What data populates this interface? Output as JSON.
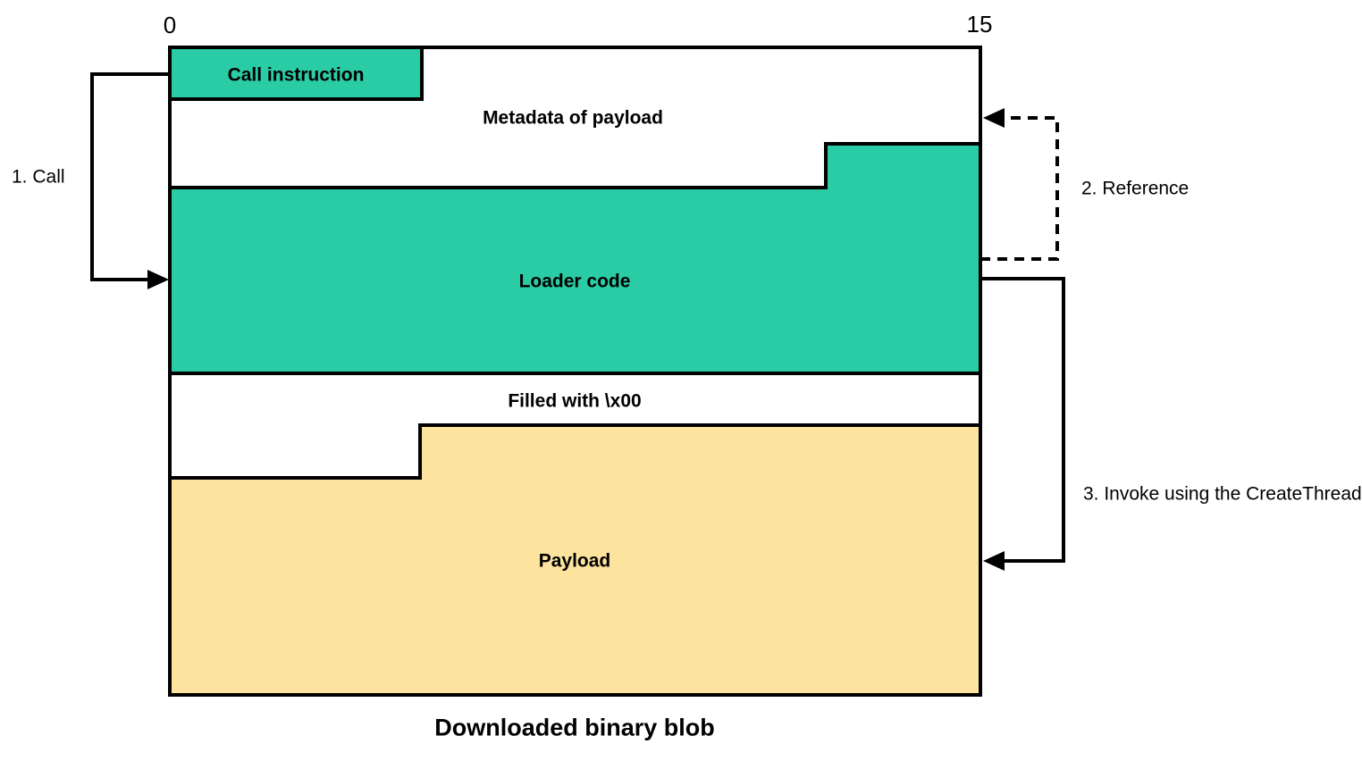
{
  "diagram": {
    "axis": {
      "left_tick": "0",
      "right_tick": "15"
    },
    "blocks": {
      "call_instruction": "Call instruction",
      "metadata": "Metadata of payload",
      "loader": "Loader code",
      "filled": "Filled with \\x00",
      "payload": "Payload"
    },
    "annotations": {
      "call": "1. Call",
      "reference": "2. Reference",
      "invoke": "3. Invoke using the CreateThread"
    },
    "caption": "Downloaded binary blob",
    "colors": {
      "loader_fill": "#2accA5",
      "payload_fill": "#fce49e",
      "line": "#000000",
      "background": "#ffffff"
    }
  }
}
